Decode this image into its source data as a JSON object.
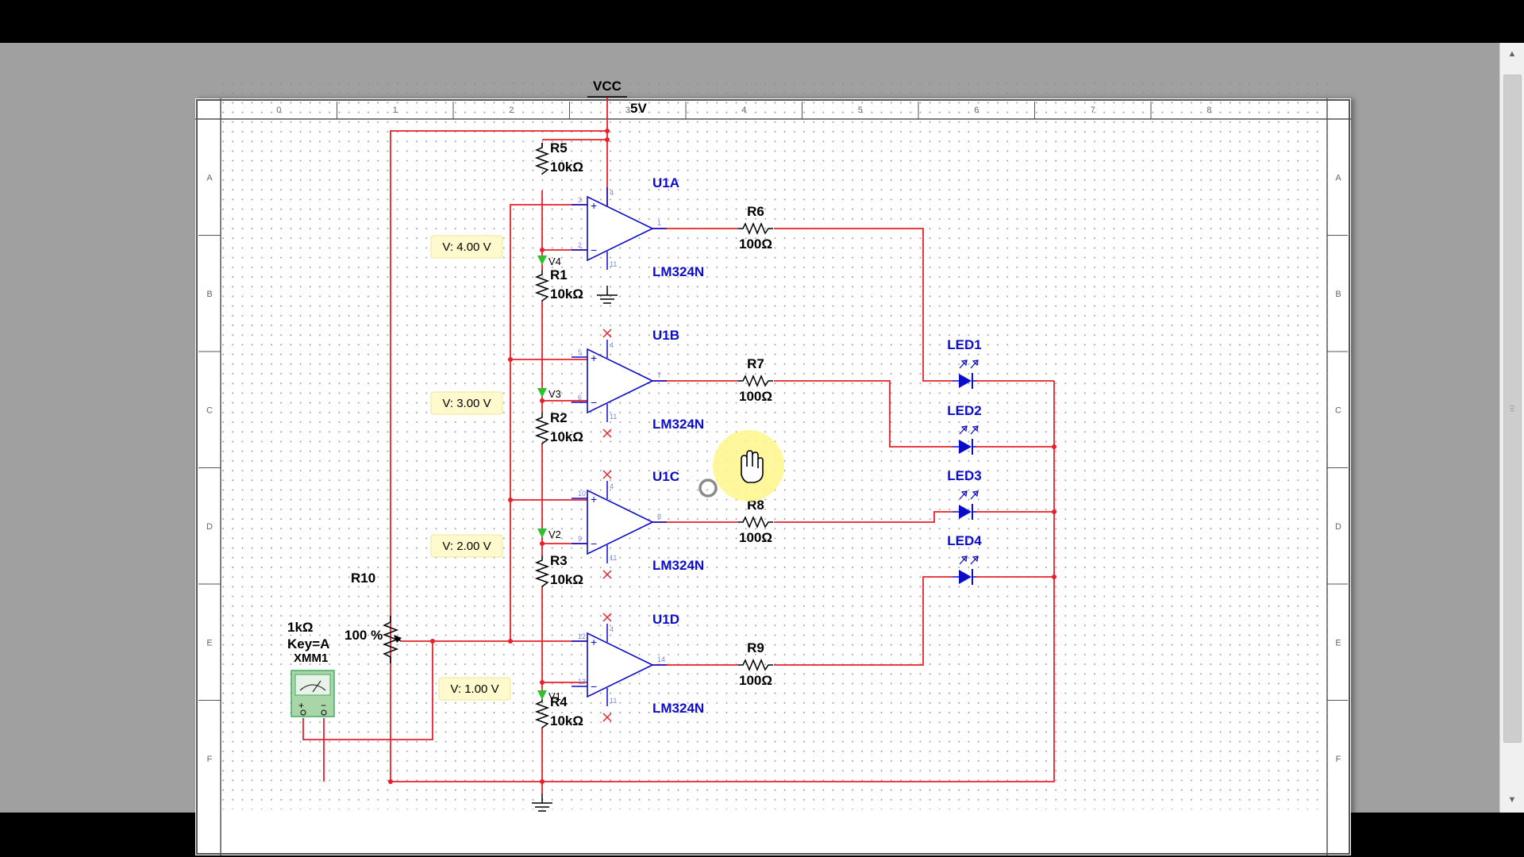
{
  "ruler": {
    "columns": [
      "0",
      "1",
      "2",
      "3",
      "4",
      "5",
      "6",
      "7",
      "8"
    ],
    "rows": [
      "A",
      "B",
      "C",
      "D",
      "E",
      "F"
    ]
  },
  "power": {
    "name": "VCC",
    "value": "5V"
  },
  "resistors": [
    {
      "ref": "R5",
      "value": "10kΩ"
    },
    {
      "ref": "R1",
      "value": "10kΩ"
    },
    {
      "ref": "R2",
      "value": "10kΩ"
    },
    {
      "ref": "R3",
      "value": "10kΩ"
    },
    {
      "ref": "R4",
      "value": "10kΩ"
    },
    {
      "ref": "R6",
      "value": "100Ω"
    },
    {
      "ref": "R7",
      "value": "100Ω"
    },
    {
      "ref": "R8",
      "value": "100Ω"
    },
    {
      "ref": "R9",
      "value": "100Ω"
    }
  ],
  "opamps": [
    {
      "ref": "U1A",
      "part": "LM324N",
      "pins": [
        "3",
        "2",
        "4",
        "11",
        "1"
      ]
    },
    {
      "ref": "U1B",
      "part": "LM324N",
      "pins": [
        "5",
        "6",
        "4",
        "11",
        "7"
      ]
    },
    {
      "ref": "U1C",
      "part": "LM324N",
      "pins": [
        "10",
        "9",
        "4",
        "11",
        "8"
      ]
    },
    {
      "ref": "U1D",
      "part": "LM324N",
      "pins": [
        "12",
        "13",
        "4",
        "11",
        "14"
      ]
    }
  ],
  "probes": [
    {
      "name": "V4",
      "reading": "V: 4.00 V"
    },
    {
      "name": "V3",
      "reading": "V: 3.00 V"
    },
    {
      "name": "V2",
      "reading": "V: 2.00 V"
    },
    {
      "name": "V1",
      "reading": "V: 1.00 V"
    }
  ],
  "leds": [
    "LED1",
    "LED2",
    "LED3",
    "LED4"
  ],
  "potentiometer": {
    "ref": "R10",
    "value": "1kΩ",
    "key": "Key=A",
    "setting": "100 %"
  },
  "multimeter": {
    "ref": "XMM1"
  },
  "colors": {
    "wire": "#e8202a",
    "component": "#0b0bcc",
    "probe_bg": "#fffacd",
    "probe_marker": "#2fbf2f"
  }
}
